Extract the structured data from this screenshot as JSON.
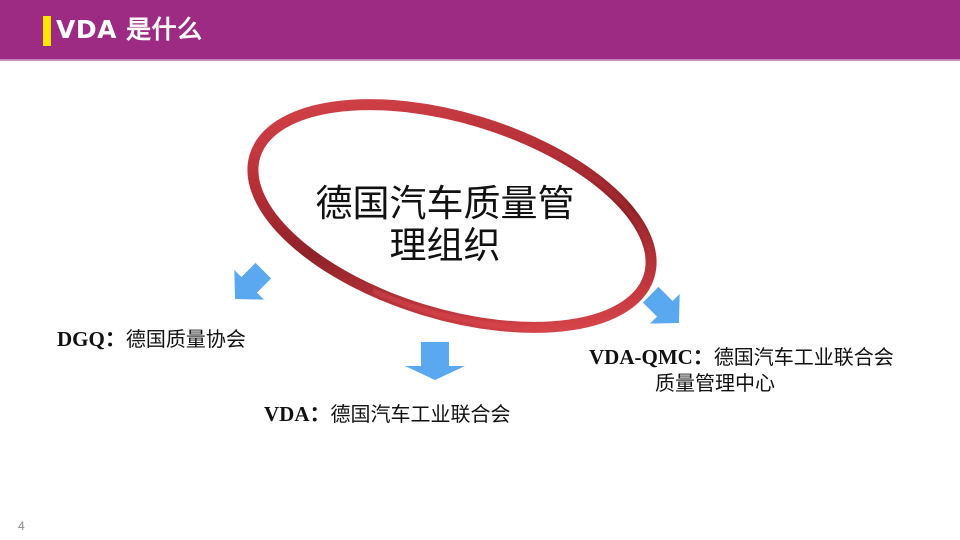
{
  "header": {
    "title": "VDA 是什么",
    "background_color": "#9e2b83",
    "accent_color": "#ffe600"
  },
  "diagram": {
    "center": {
      "line1": "德国汽车质量管",
      "line2": "理组织",
      "ring_color": "#c8383f"
    },
    "arrow_color": "#5aa8f0",
    "branches": [
      {
        "code": "DGQ：",
        "text": "德国质量协会",
        "arrow": "down-left"
      },
      {
        "code": "VDA：",
        "text": "德国汽车工业联合会",
        "arrow": "down"
      },
      {
        "code": "VDA-QMC：",
        "text": "德国汽车工业联合会",
        "text2": "质量管理中心",
        "arrow": "down-right"
      }
    ]
  },
  "footer": {
    "page_number": "4"
  }
}
